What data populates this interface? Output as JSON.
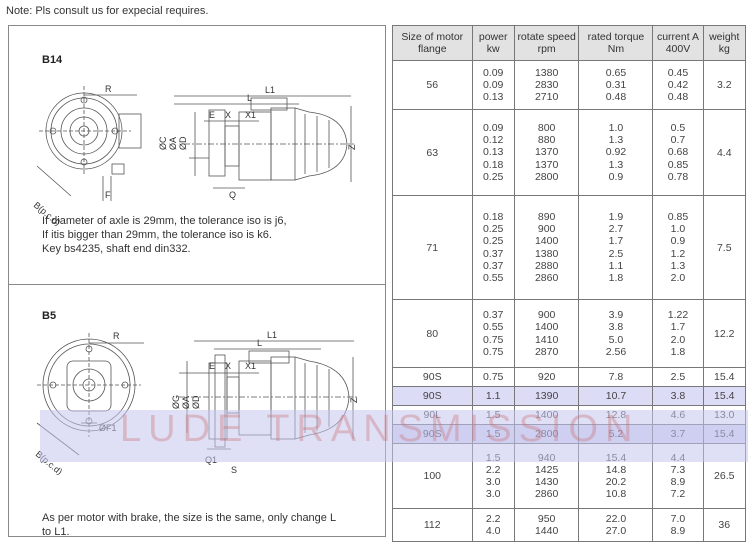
{
  "note": "Note: Pls consult us for expecial requires.",
  "b14": {
    "title": "B14",
    "notes": [
      "If diameter of axle is 29mm, the tolerance iso is j6,",
      "If itis bigger than 29mm, the tolerance iso is k6.",
      "Key bs4235, shaft end din332."
    ],
    "labels": {
      "L1": "L1",
      "L": "L",
      "R": "R",
      "E": "E",
      "X": "X",
      "X1": "X1",
      "C": "C",
      "A": "A",
      "D": "D",
      "Z": "Z",
      "F": "F",
      "Q": "Q",
      "Bpcd": "B(p.c.d)"
    }
  },
  "b5": {
    "title": "B5",
    "note": "As per motor with brake, the size is the same, only change L to L1.",
    "labels": {
      "L1": "L1",
      "L": "L",
      "R": "R",
      "E": "E",
      "X": "X",
      "X1": "X1",
      "G": "G",
      "A": "A",
      "D": "D",
      "Z": "Z",
      "F1": "F1",
      "Q1": "Q1",
      "S": "S",
      "Bpcd": "B(p.c.d)"
    }
  },
  "table": {
    "headers": [
      "Size of motor flange",
      "power kw",
      "rotate speed rpm",
      "rated torque Nm",
      "current A 400V",
      "weight kg"
    ],
    "rows": [
      {
        "size": "56",
        "power": [
          "0.09",
          "0.09",
          "0.13"
        ],
        "speed": [
          "1380",
          "2830",
          "2710"
        ],
        "torque": [
          "0.65",
          "0.31",
          "0.48"
        ],
        "current": [
          "0.45",
          "0.42",
          "0.48"
        ],
        "weight": "3.2"
      },
      {
        "size": "63",
        "power": [
          "0.09",
          "0.12",
          "0.13",
          "0.18",
          "0.25"
        ],
        "speed": [
          "800",
          "880",
          "1370",
          "1370",
          "2800"
        ],
        "torque": [
          "1.0",
          "1.3",
          "0.92",
          "1.3",
          "0.9"
        ],
        "current": [
          "0.5",
          "0.7",
          "0.68",
          "0.85",
          "0.78"
        ],
        "weight": "4.4"
      },
      {
        "size": "71",
        "power": [
          "0.18",
          "0.25",
          "0.25",
          "0.37",
          "0.37",
          "0.55"
        ],
        "speed": [
          "890",
          "900",
          "1400",
          "1380",
          "2880",
          "2860"
        ],
        "torque": [
          "1.9",
          "2.7",
          "1.7",
          "2.5",
          "1.1",
          "1.8"
        ],
        "current": [
          "0.85",
          "1.0",
          "0.9",
          "1.2",
          "1.3",
          "2.0"
        ],
        "weight": "7.5"
      },
      {
        "size": "80",
        "power": [
          "0.37",
          "0.55",
          "0.75",
          "0.75"
        ],
        "speed": [
          "900",
          "1400",
          "1410",
          "2870"
        ],
        "torque": [
          "3.9",
          "3.8",
          "5.0",
          "2.56"
        ],
        "current": [
          "1.22",
          "1.7",
          "2.0",
          "1.8"
        ],
        "weight": "12.2"
      },
      {
        "size": "90S",
        "power": [
          "0.75"
        ],
        "speed": [
          "920"
        ],
        "torque": [
          "7.8"
        ],
        "current": [
          "2.5"
        ],
        "weight": "15.4"
      },
      {
        "size": "90S",
        "power": [
          "1.1"
        ],
        "speed": [
          "1390"
        ],
        "torque": [
          "10.7"
        ],
        "current": [
          "3.8"
        ],
        "weight": "15.4"
      },
      {
        "size": "90L",
        "power": [
          "1.5"
        ],
        "speed": [
          "1400"
        ],
        "torque": [
          "12.8"
        ],
        "current": [
          "4.6"
        ],
        "weight": "13.0"
      },
      {
        "size": "90S",
        "power": [
          "1.5"
        ],
        "speed": [
          "2800"
        ],
        "torque": [
          "5.2"
        ],
        "current": [
          "3.7"
        ],
        "weight": "15.4"
      },
      {
        "size": "100",
        "power": [
          "1.5",
          "2.2",
          "3.0",
          "3.0"
        ],
        "speed": [
          "940",
          "1425",
          "1430",
          "2860"
        ],
        "torque": [
          "15.4",
          "14.8",
          "20.2",
          "10.8"
        ],
        "current": [
          "4.4",
          "7.3",
          "8.9",
          "7.2"
        ],
        "weight": "26.5"
      },
      {
        "size": "112",
        "power": [
          "2.2",
          "4.0"
        ],
        "speed": [
          "950",
          "1440"
        ],
        "torque": [
          "22.0",
          "27.0"
        ],
        "current": [
          "7.0",
          "8.9"
        ],
        "weight": "36"
      }
    ]
  },
  "watermark": "LUDE TRANSMISSION"
}
